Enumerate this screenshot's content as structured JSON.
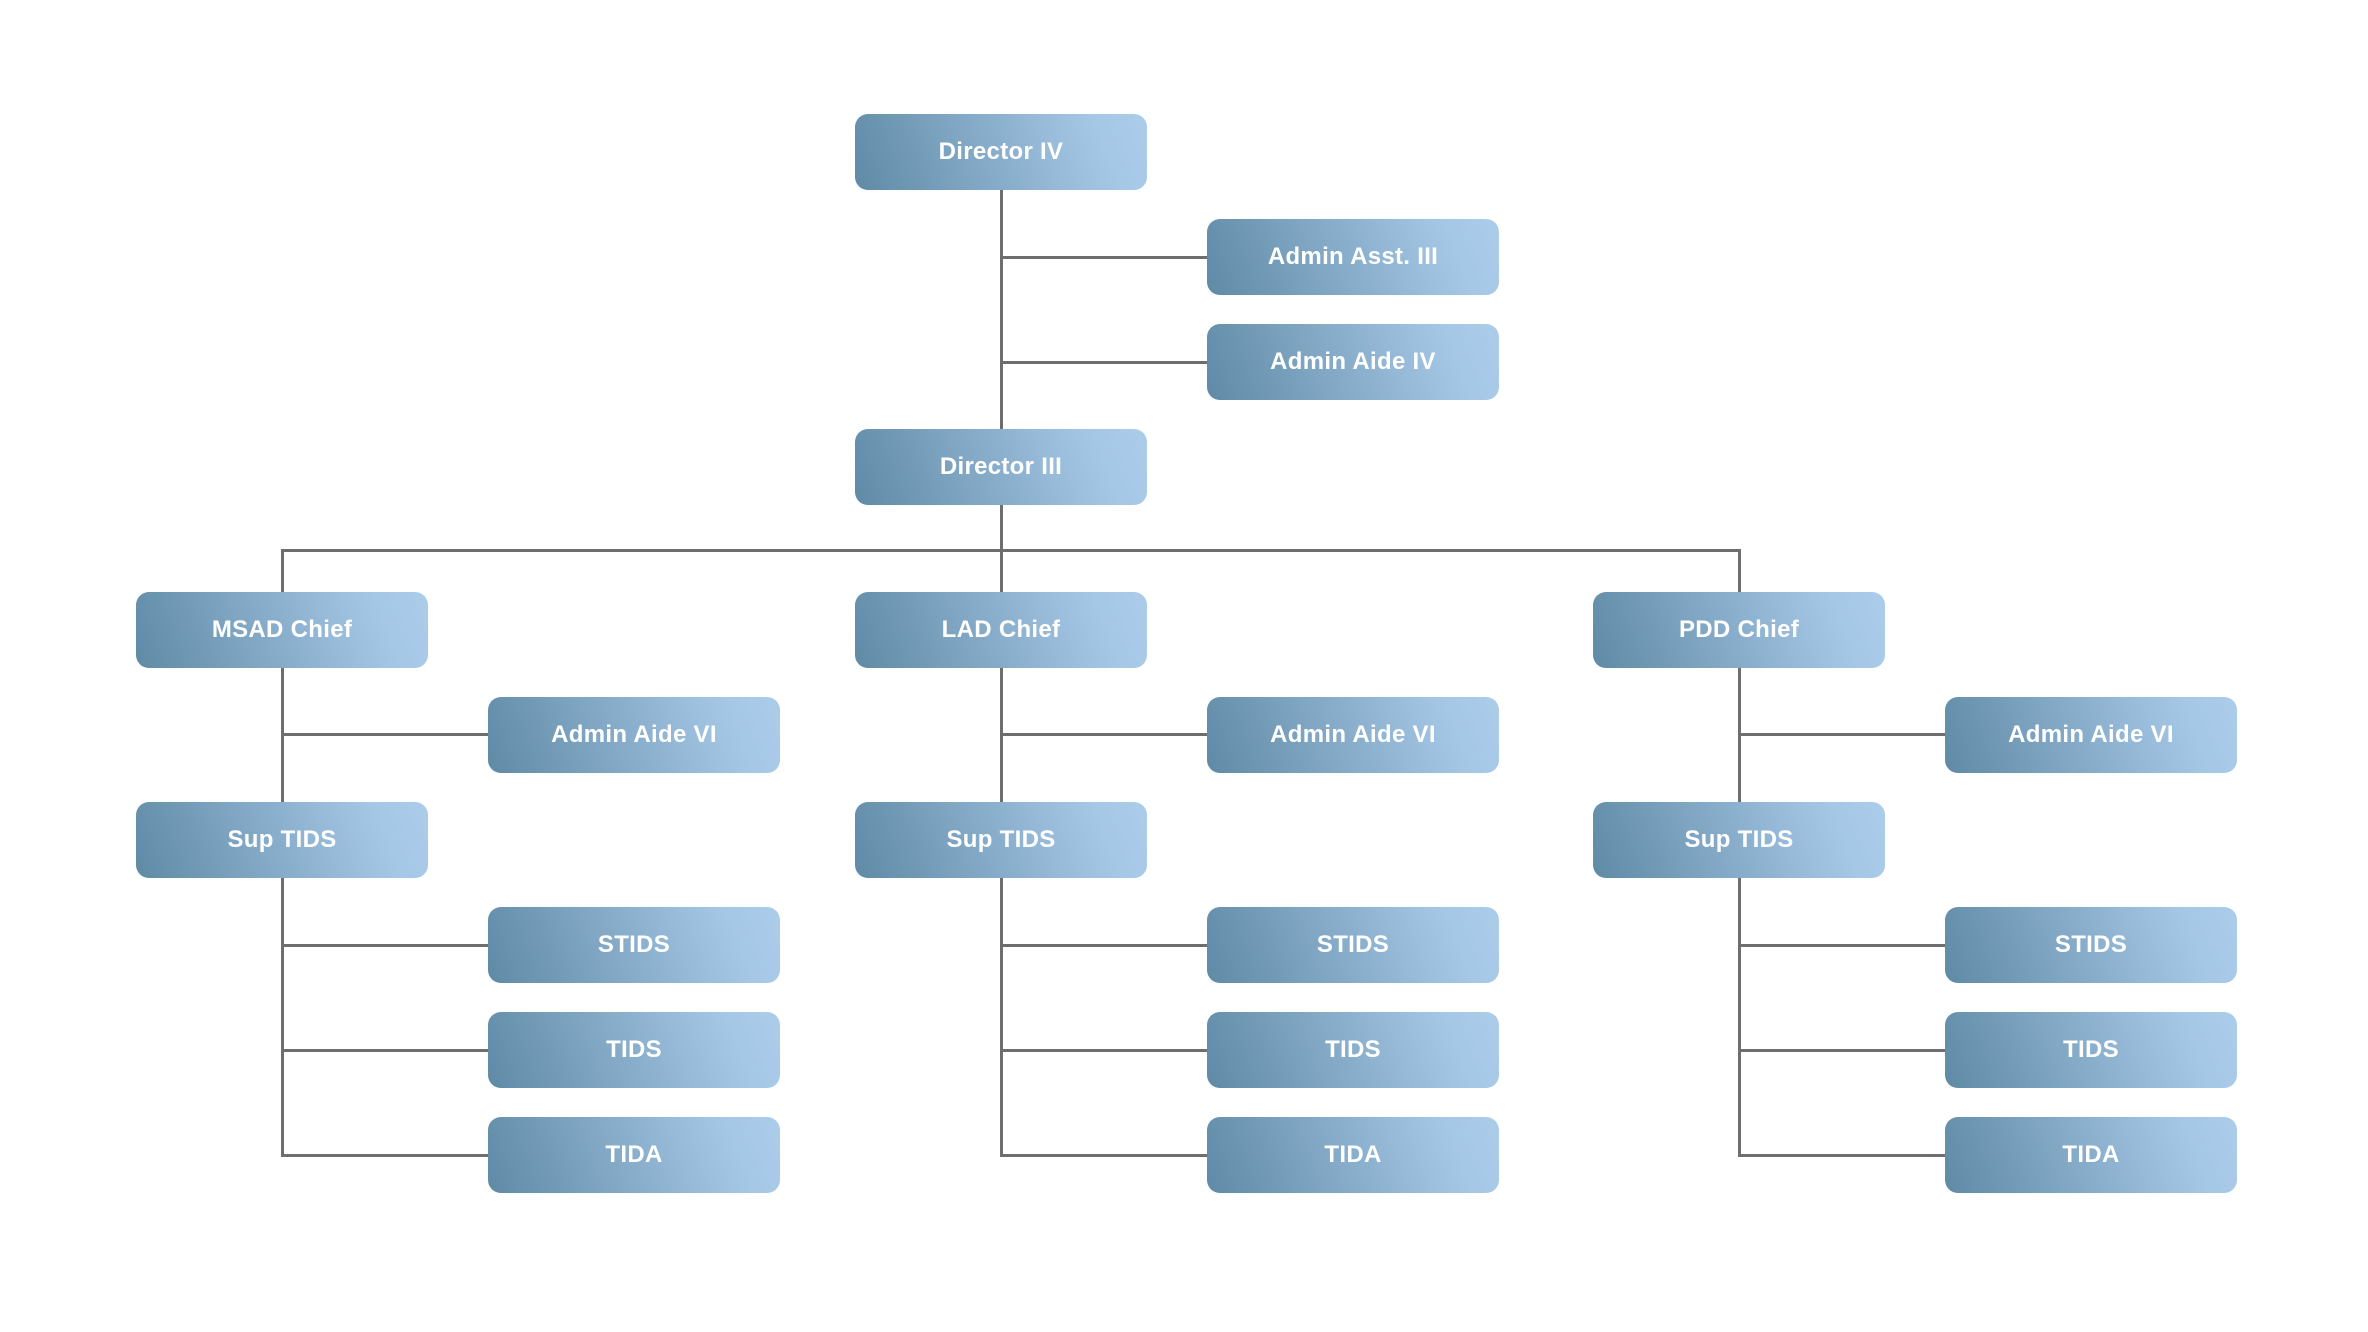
{
  "diagram": {
    "type": "org-chart",
    "background_color": "#ffffff",
    "node_style": {
      "gradient_start": "#5f8aa5",
      "gradient_end": "#abcdea",
      "text_color": "#ffffff"
    },
    "connector_color": "#6e6e6e",
    "nodes": [
      {
        "id": "director-iv",
        "label": "Director IV"
      },
      {
        "id": "admin-asst-iii",
        "label": "Admin Asst. III"
      },
      {
        "id": "admin-aide-iv",
        "label": "Admin Aide IV"
      },
      {
        "id": "director-iii",
        "label": "Director III"
      },
      {
        "id": "msad-chief",
        "label": "MSAD Chief"
      },
      {
        "id": "msad-admin-aide-vi",
        "label": "Admin Aide VI"
      },
      {
        "id": "msad-sup-tids",
        "label": "Sup TIDS"
      },
      {
        "id": "msad-stids",
        "label": "STIDS"
      },
      {
        "id": "msad-tids",
        "label": "TIDS"
      },
      {
        "id": "msad-tida",
        "label": "TIDA"
      },
      {
        "id": "lad-chief",
        "label": "LAD Chief"
      },
      {
        "id": "lad-admin-aide-vi",
        "label": "Admin Aide VI"
      },
      {
        "id": "lad-sup-tids",
        "label": "Sup TIDS"
      },
      {
        "id": "lad-stids",
        "label": "STIDS"
      },
      {
        "id": "lad-tids",
        "label": "TIDS"
      },
      {
        "id": "lad-tida",
        "label": "TIDA"
      },
      {
        "id": "pdd-chief",
        "label": "PDD Chief"
      },
      {
        "id": "pdd-admin-aide-vi",
        "label": "Admin Aide VI"
      },
      {
        "id": "pdd-sup-tids",
        "label": "Sup TIDS"
      },
      {
        "id": "pdd-stids",
        "label": "STIDS"
      },
      {
        "id": "pdd-tids",
        "label": "TIDS"
      },
      {
        "id": "pdd-tida",
        "label": "TIDA"
      }
    ],
    "hierarchy": {
      "id": "director-iv",
      "assistants": [
        "admin-asst-iii",
        "admin-aide-iv"
      ],
      "reports": [
        {
          "id": "director-iii",
          "reports": [
            {
              "id": "msad-chief",
              "assistants": [
                "msad-admin-aide-vi"
              ],
              "reports": [
                {
                  "id": "msad-sup-tids",
                  "reports": [
                    {
                      "id": "msad-stids"
                    },
                    {
                      "id": "msad-tids"
                    },
                    {
                      "id": "msad-tida"
                    }
                  ]
                }
              ]
            },
            {
              "id": "lad-chief",
              "assistants": [
                "lad-admin-aide-vi"
              ],
              "reports": [
                {
                  "id": "lad-sup-tids",
                  "reports": [
                    {
                      "id": "lad-stids"
                    },
                    {
                      "id": "lad-tids"
                    },
                    {
                      "id": "lad-tida"
                    }
                  ]
                }
              ]
            },
            {
              "id": "pdd-chief",
              "assistants": [
                "pdd-admin-aide-vi"
              ],
              "reports": [
                {
                  "id": "pdd-sup-tids",
                  "reports": [
                    {
                      "id": "pdd-stids"
                    },
                    {
                      "id": "pdd-tids"
                    },
                    {
                      "id": "pdd-tida"
                    }
                  ]
                }
              ]
            }
          ]
        }
      ]
    }
  }
}
